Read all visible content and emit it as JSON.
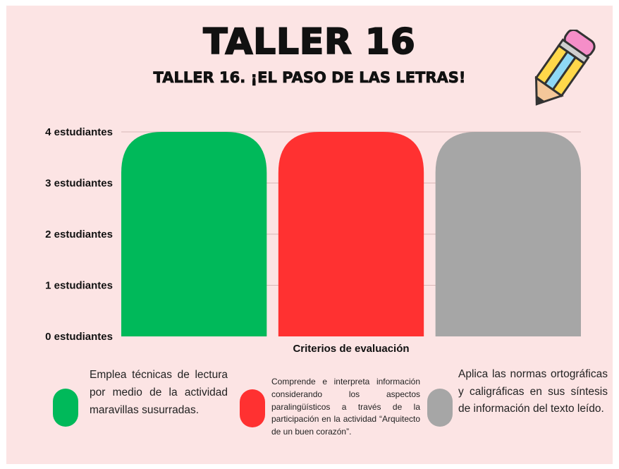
{
  "header": {
    "title": "TALLER 16",
    "subtitle": "TALLER 16. ¡EL PASO DE LAS LETRAS!"
  },
  "icons": {
    "decoration": "pencil-icon"
  },
  "colors": {
    "background": "#fce4e4",
    "green": "#00b95a",
    "red": "#ff3131",
    "gray": "#a6a6a6",
    "gridline": "#d9b8b8"
  },
  "chart_data": {
    "type": "bar",
    "categories": [
      "Emplea técnicas de lectura por medio de la actividad maravillas susurradas.",
      "Comprende e interpreta información considerando los aspectos paralingüísticos a través de la participación en la actividad “Arquitecto de un buen corazón”.",
      "Aplica las normas ortográficas y caligráficas en sus síntesis de información del texto leído."
    ],
    "values": [
      4,
      4,
      4
    ],
    "bar_colors": [
      "#00b95a",
      "#ff3131",
      "#a6a6a6"
    ],
    "xlabel": "Criterios de evaluación",
    "ylabel": "",
    "ylim": [
      0,
      4
    ],
    "y_ticks": [
      0,
      1,
      2,
      3,
      4
    ],
    "y_tick_labels": [
      "0 estudiantes",
      "1 estudiantes",
      "2 estudiantes",
      "3 estudiantes",
      "4 estudiantes"
    ],
    "grid": true,
    "legend_position": "bottom"
  }
}
